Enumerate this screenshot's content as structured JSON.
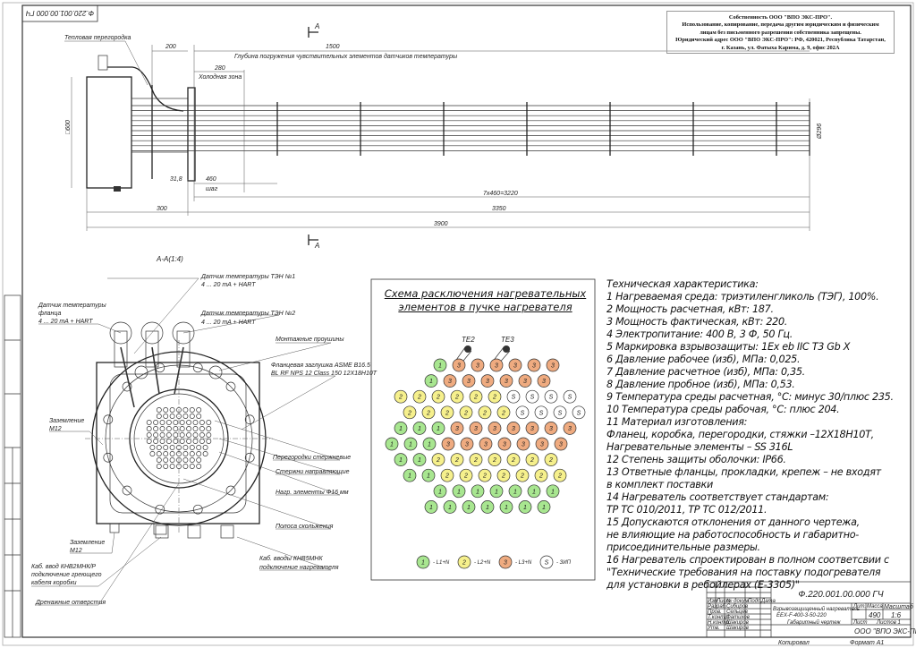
{
  "designation_rotated": "Ф.220.001.00.000 ГЧ",
  "notice": {
    "lines": [
      "Собственность ООО \"ВПО ЭКС-ПРО\".",
      "Использование, копирование, передача другим юридическим и физическим",
      "лицам без письменного разрешения собственника запрещены.",
      "Юридический адрес ООО \"ВПО ЭКС-ПРО\": РФ, 420021, Республика Татарстан,",
      "г. Казань, ул. Фатыха Карима, д. 9, офис 202А"
    ]
  },
  "side_view": {
    "thermal_partition": "Тепловая перегородка",
    "immersion_depth": "Глубина погружения  чувствительных элементов датчиков температуры",
    "cold_zone": "Холодная зона",
    "section_mark": "А",
    "dims": {
      "d200": "200",
      "d1500": "1500",
      "d280": "280",
      "d460": "460",
      "step": "шаг",
      "d31_8": "31,8",
      "d3220": "7х460=3220",
      "d300": "300",
      "d3350": "3350",
      "d3900": "3900",
      "d600": "□600",
      "d296": "Ø296"
    }
  },
  "section_view": {
    "title": "А-А(1:4)",
    "labels": {
      "sensor1_a": "Датчик температуры ТЭН №1",
      "sensor1_b": "4 ... 20 mA + HART",
      "flange_a": "Датчик температуры",
      "flange_b": "фланца",
      "flange_c": "4 ... 20 mA + HART",
      "sensor2_a": "Датчик температуры ТЭН №2",
      "sensor2_b": "4 ... 20 mA + HART",
      "lugs": "Монтажные проушины",
      "blind_a": "Фланцевая заглушка ASME B16.5",
      "blind_b": "BL RF NPS 12 Class 150 12Х18Н10Т",
      "ground1_a": "Заземление",
      "ground1_b": "M12",
      "baffles": "Перегородки стержневые",
      "guides": "Стержни направляющие",
      "elements": "Нагр. элементы Ф16 мм",
      "slide": "Полоса скольжения",
      "ground2_a": "Заземление",
      "ground2_b": "M12",
      "gland1_a": "Каб. ввод КНВ2МНК/Р",
      "gland1_b": "подключение греющего",
      "gland1_c": "кабеля коробки",
      "drain": "Дренажные отверстия",
      "gland2_a": "Каб. вводы  КНВ5МНК",
      "gland2_b": "подключение нагревателя"
    }
  },
  "schema": {
    "title_1": "Схема расключения нагревательных",
    "title_2": "элементов в пучке нагревателя",
    "te2": "ТЕ2",
    "te3": "ТЕ3",
    "colors": {
      "1": "#a8e690",
      "2": "#f6f08c",
      "3": "#efab80",
      "S": "#ffffff"
    },
    "rows": [
      [
        "1",
        "3",
        "3",
        "3",
        "3",
        "3",
        "3"
      ],
      [
        "1",
        "3",
        "3",
        "3",
        "3",
        "3",
        "3"
      ],
      [
        "2",
        "2",
        "2",
        "2",
        "2",
        "2",
        "S",
        "S",
        "S",
        "S"
      ],
      [
        "2",
        "2",
        "2",
        "2",
        "2",
        "2",
        "S",
        "S",
        "S",
        "S"
      ],
      [
        "1",
        "1",
        "1",
        "3",
        "3",
        "3",
        "3",
        "3",
        "3",
        "3"
      ],
      [
        "1",
        "1",
        "1",
        "3",
        "3",
        "3",
        "3",
        "3",
        "3",
        "3"
      ],
      [
        "1",
        "1",
        "2",
        "2",
        "2",
        "2",
        "2",
        "2",
        "2"
      ],
      [
        "1",
        "1",
        "2",
        "2",
        "2",
        "2",
        "2",
        "2",
        "2"
      ],
      [
        "1",
        "1",
        "1",
        "1",
        "1",
        "1",
        "1"
      ],
      [
        "1",
        "1",
        "1",
        "1",
        "1",
        "1",
        "1"
      ]
    ],
    "legend": [
      {
        "code": "1",
        "label": "- L1+N"
      },
      {
        "code": "2",
        "label": "- L2+N"
      },
      {
        "code": "3",
        "label": "- L3+N"
      },
      {
        "code": "S",
        "label": "- ЗИП"
      }
    ]
  },
  "tech": {
    "lines": [
      "Техническая характеристика:",
      "1 Нагреваемая среда: триэтиленгликоль (ТЭГ), 100%.",
      "2 Мощность расчетная, кВт: 187.",
      "3 Мощность фактическая, кВт: 220.",
      "4 Электропитание: 400 В, 3 Ф, 50 Гц.",
      "5 Маркировка взрывозащиты: 1Ex eb IIC T3 Gb X",
      "6 Давление рабочее (изб), МПа: 0,025.",
      "7 Давление расчетное (изб), МПа: 0,35.",
      "8 Давление пробное (изб), МПа: 0,53.",
      "9 Температура среды расчетная, °С: минус 30/плюс 235.",
      "10 Температура среды рабочая, °С: плюс 204.",
      "11 Материал изготовления:",
      "Фланец, коробка, перегородки, стяжки –12Х18Н10Т,",
      "Нагревательные элементы – SS 316L",
      "12 Степень защиты оболочки: IP66.",
      "13 Ответные фланцы, прокладки, крепеж – не входят",
      "в комплект поставки",
      "14 Нагреватель соответствует стандартам:",
      "ТР ТС 010/2011, ТР ТС 012/2011.",
      "15 Допускаются отклонения от данного чертежа,",
      "не влияющие на работоспособность и габаритно-",
      "присоединительные размеры.",
      "16 Нагреватель спроектирован в полном соответсвии с",
      "\"Технические требования на поставку подогревателя",
      "для установки в ребойлерах (Е-3305)\""
    ]
  },
  "title_block": {
    "designation": "Ф.220.001.00.000 ГЧ",
    "cols": [
      "Изм",
      "Лист",
      "№ докум.",
      "Подп.",
      "Дата"
    ],
    "roles": [
      "Разраб.",
      "Пров.",
      "Т.контр.",
      "Н.контр.",
      "Утв."
    ],
    "names": [
      "Сибиров",
      "Сельцев",
      "Фатихов",
      "Шакиров",
      "Шакиров"
    ],
    "product_1": "Взрывозащищенный нагреватель",
    "product_2": "EEX-F-400-3-50-220",
    "doc_type": "Габаритный чертеж",
    "lit": "Лит.",
    "mass_label": "Масса",
    "scale_label": "Масштаб",
    "mass": "490",
    "scale": "1:6",
    "sheet": "Лист",
    "sheets": "Листов   1",
    "company": "ООО \"ВПО ЭКС-ПРО\"",
    "copied": "Копировал",
    "format": "Формат   А1"
  }
}
